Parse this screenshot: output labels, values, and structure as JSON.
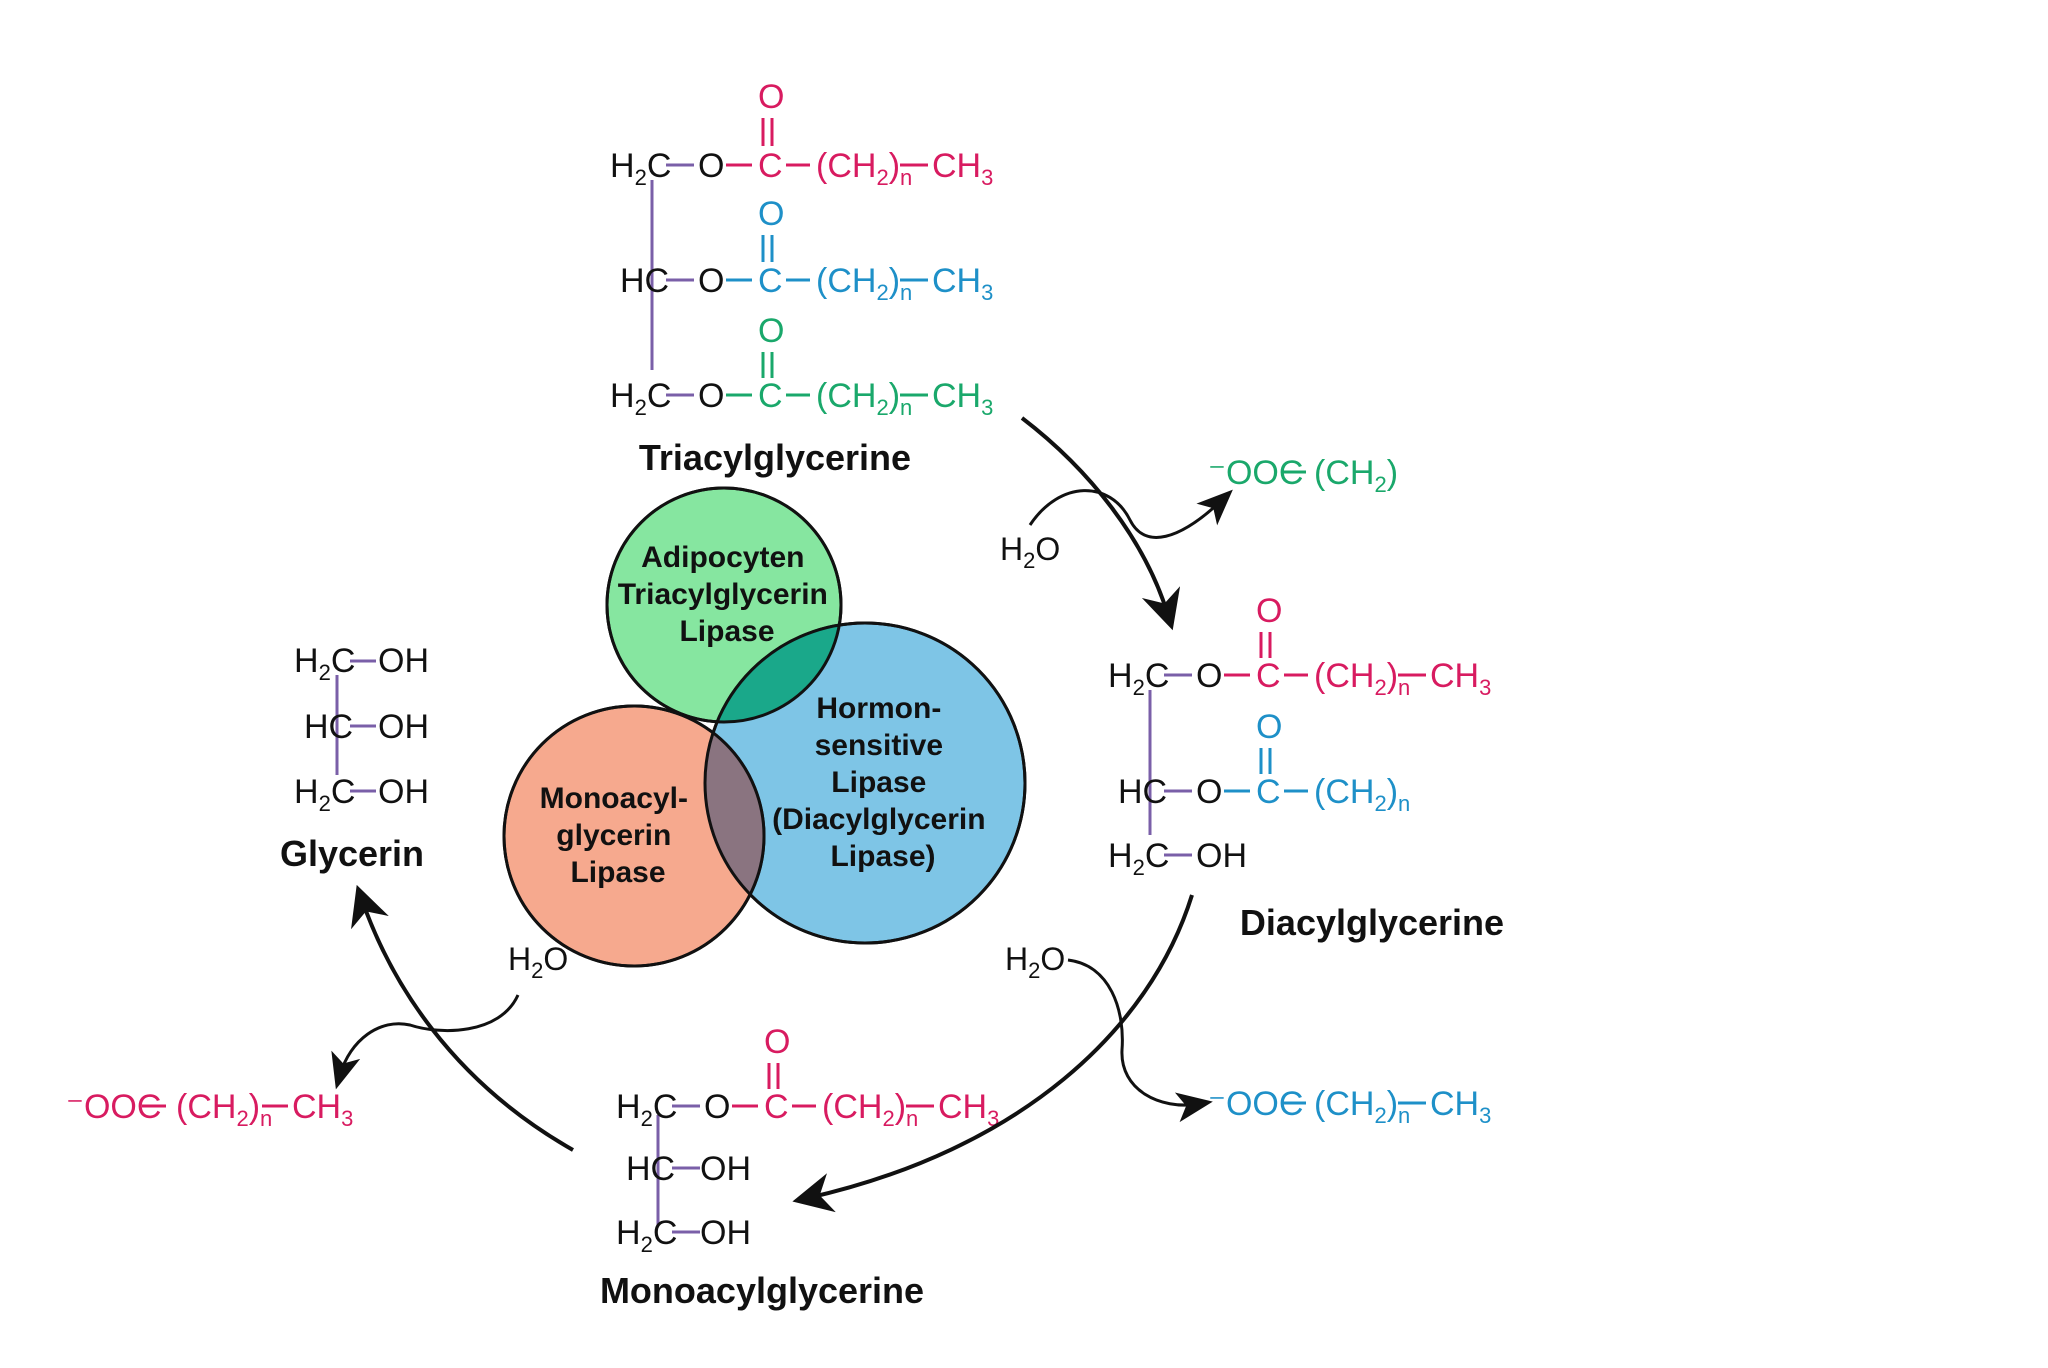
{
  "colors": {
    "red": "#d81b60",
    "blue": "#1e90c8",
    "green": "#1aa86b",
    "black": "#111111",
    "purple": "#7a5fa8",
    "enzyme_green": "#86e6a0",
    "enzyme_blue": "#7ec5e6",
    "enzyme_orange": "#f6a98e",
    "overlap_teal": "#1aa88a",
    "overlap_gray": "#8a7480"
  },
  "labels": {
    "triacyl": "Triacylglycerine",
    "diacyl": "Diacylglycerine",
    "monoacyl": "Monoacylglycerine",
    "glycerin": "Glycerin"
  },
  "enzymes": {
    "atgl": [
      "Adipocyten",
      "Triacylglycerin",
      "Lipase"
    ],
    "hsl": [
      "Hormon-",
      "sensitive",
      "Lipase",
      "(Diacylglycerin",
      "Lipase)"
    ],
    "mgl": [
      "Monoacyl-",
      "glycerin",
      "Lipase"
    ]
  },
  "water_label": {
    "main": "H",
    "sub": "2",
    "tail": "O"
  },
  "formula": {
    "h2c": [
      "H",
      "2",
      "C"
    ],
    "hc": "HC",
    "o": "O",
    "oh": "OH",
    "carbonyl_o": "O",
    "c": "C",
    "chain": [
      "(CH",
      "2",
      ")",
      "n"
    ],
    "ch3": [
      "CH",
      "3"
    ],
    "coo": "⁻OOC",
    "ch2_cut": [
      "(CH",
      "2",
      ")"
    ],
    "ch2n_cut": [
      "(CH",
      "2",
      ")",
      "n"
    ]
  }
}
